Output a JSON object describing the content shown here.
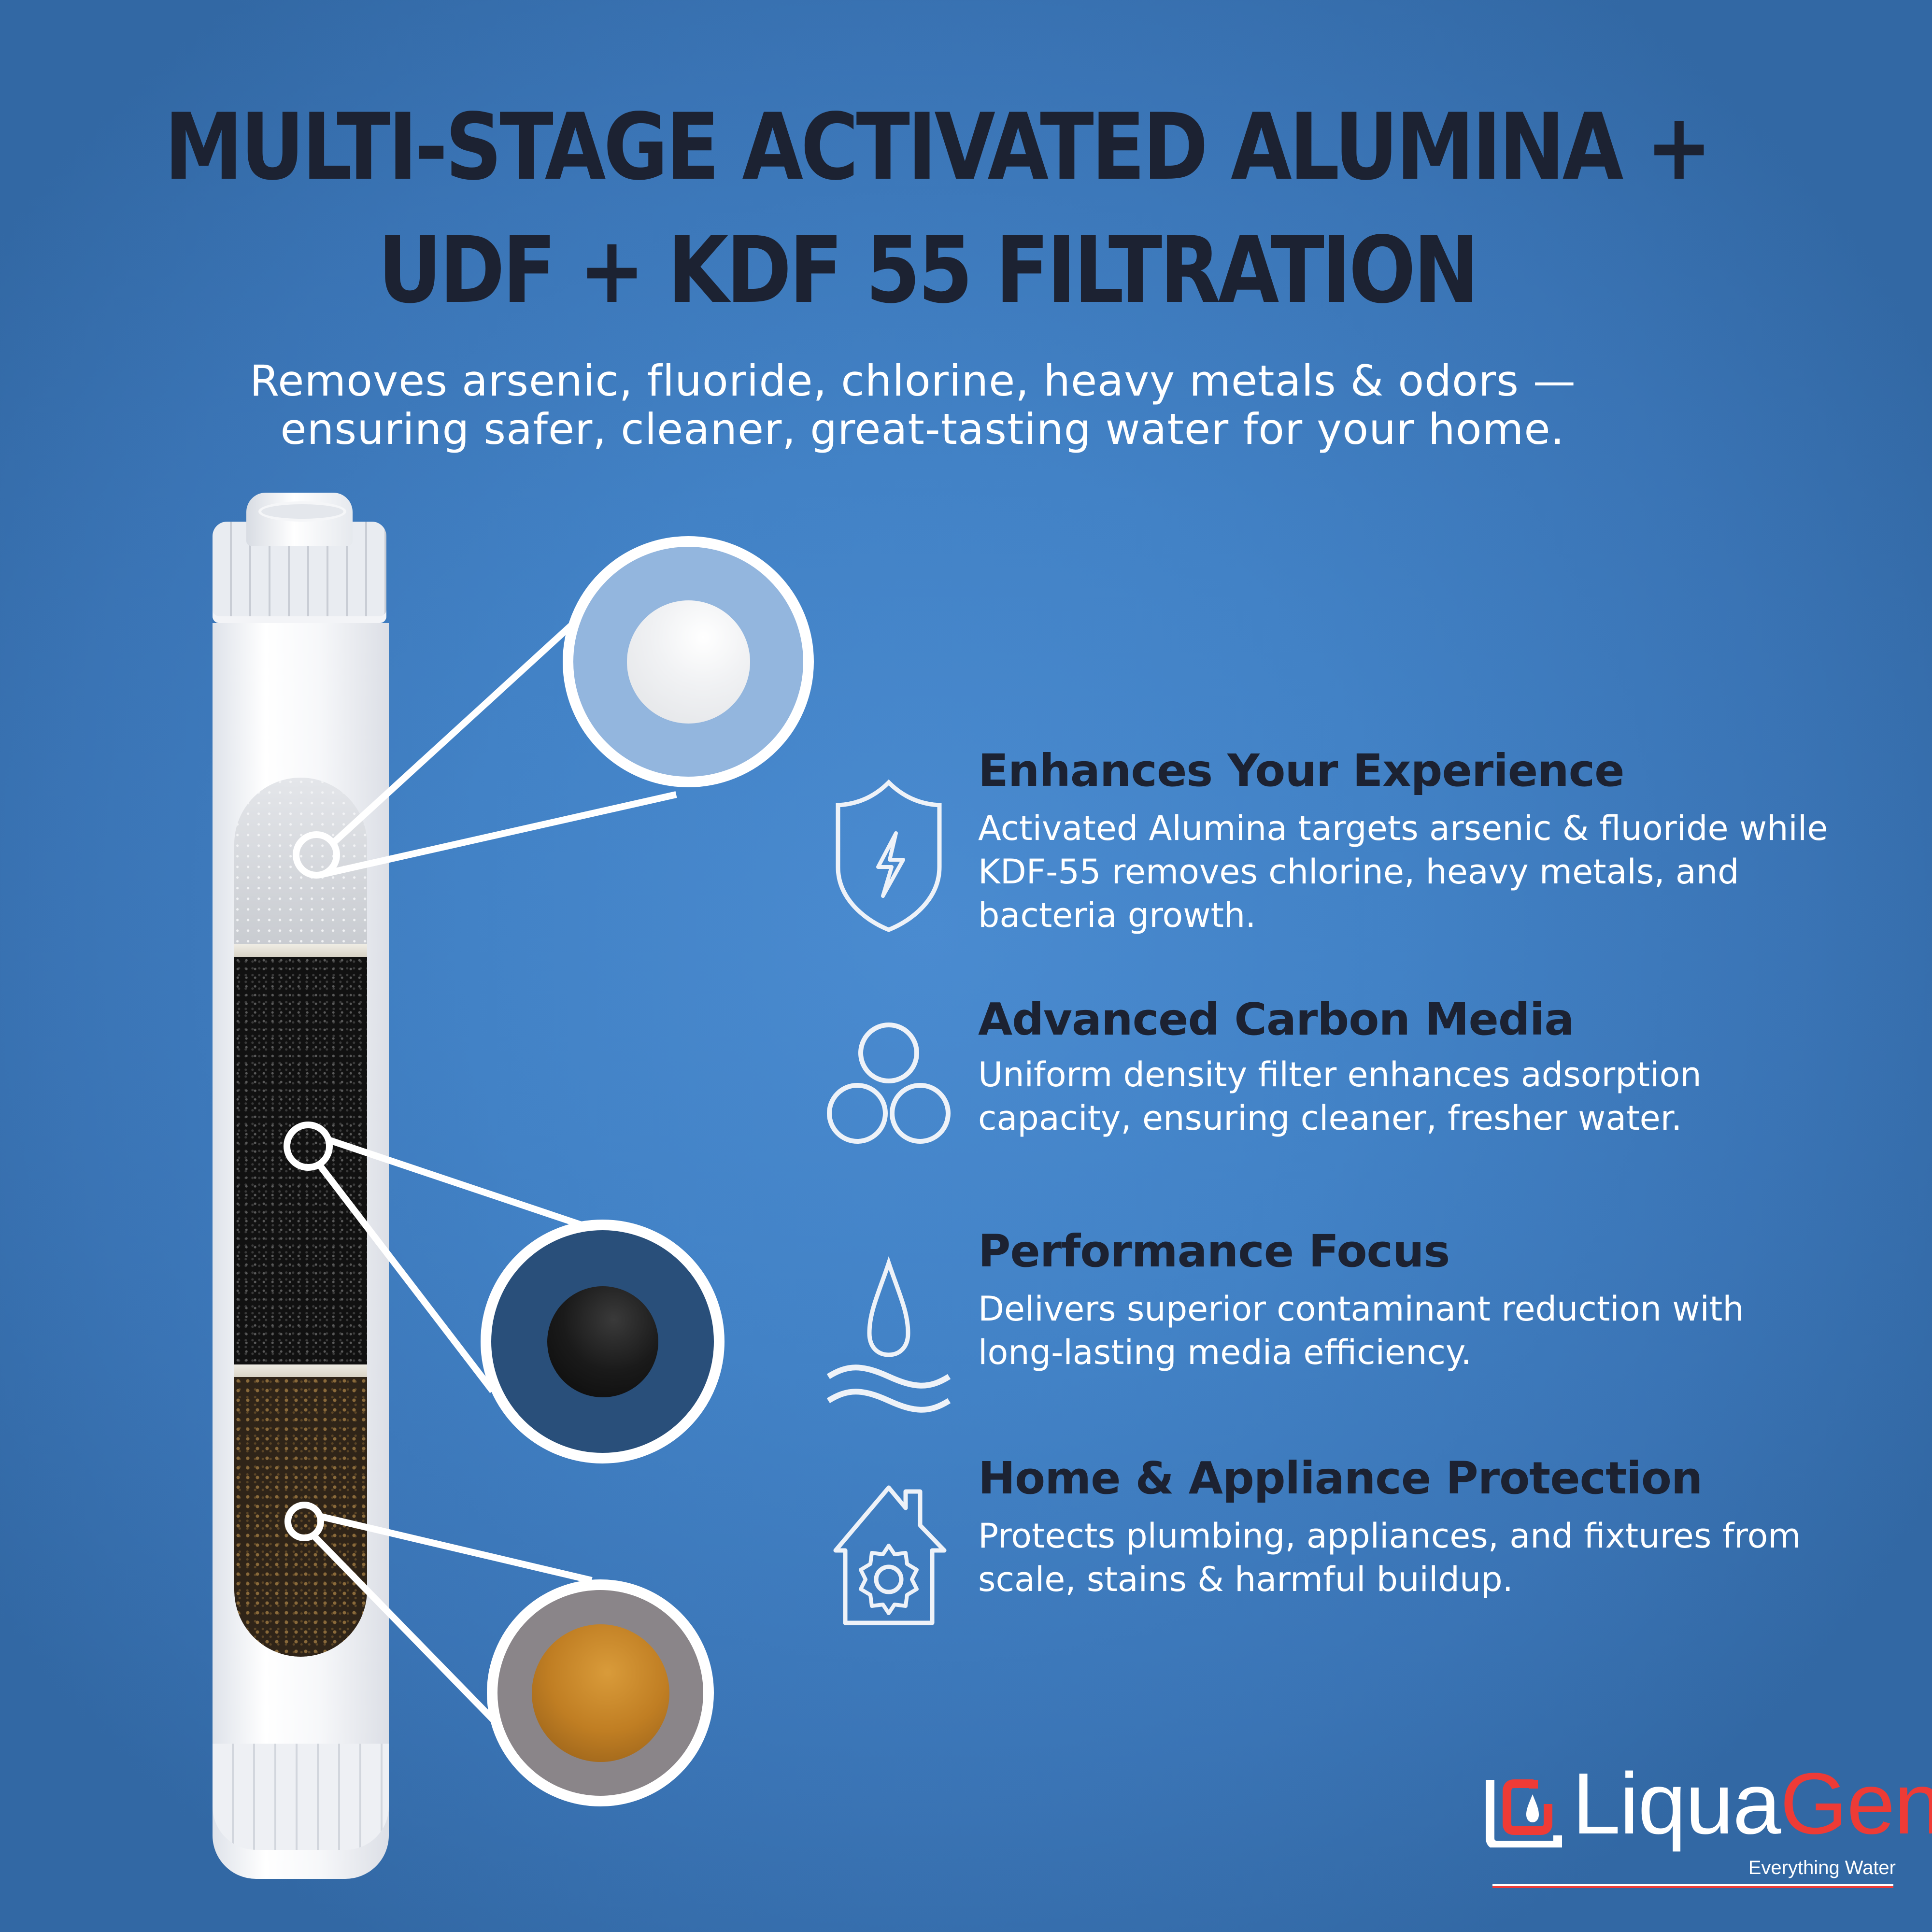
{
  "header": {
    "title_line1": "MULTI-STAGE ACTIVATED ALUMINA +",
    "title_line2": "UDF + KDF 55 FILTRATION",
    "subtitle_line1": "Removes arsenic, fluoride, chlorine, heavy metals & odors —",
    "subtitle_line2": "ensuring safer, cleaner, great-tasting water for your home."
  },
  "cartridge": {
    "layers": [
      {
        "name": "activated-alumina",
        "color": "#e4e6ea"
      },
      {
        "name": "carbon-udf",
        "color": "#111111"
      },
      {
        "name": "kdf-55",
        "color": "#2f2418"
      }
    ],
    "callouts": [
      {
        "bead": "white-alumina-bead",
        "bg_color": "#93b6de"
      },
      {
        "bead": "black-carbon-bead",
        "bg_color": "#294f7a"
      },
      {
        "bead": "golden-kdf-bead",
        "bg_color": "#8a8589"
      }
    ]
  },
  "features": [
    {
      "icon": "shield-lightning-icon",
      "title": "Enhances Your Experience",
      "lines": [
        "Activated Alumina targets arsenic & fluoride while",
        "KDF-55 removes chlorine, heavy metals, and",
        "bacteria growth."
      ]
    },
    {
      "icon": "three-circles-icon",
      "title": "Advanced Carbon Media",
      "lines": [
        "Uniform density filter enhances adsorption",
        "capacity, ensuring cleaner, fresher water."
      ]
    },
    {
      "icon": "water-drop-waves-icon",
      "title": "Performance Focus",
      "lines": [
        "Delivers superior contaminant reduction with",
        "long-lasting media efficiency."
      ]
    },
    {
      "icon": "house-gear-icon",
      "title": "Home & Appliance Protection",
      "lines": [
        "Protects plumbing, appliances, and fixtures from",
        "scale, stains & harmful buildup."
      ]
    }
  ],
  "brand": {
    "name_part1": "Liqua",
    "name_part2": "Gen",
    "tagline": "Everything Water",
    "accent_color": "#ee3b36",
    "title_color": "#1c2232"
  }
}
